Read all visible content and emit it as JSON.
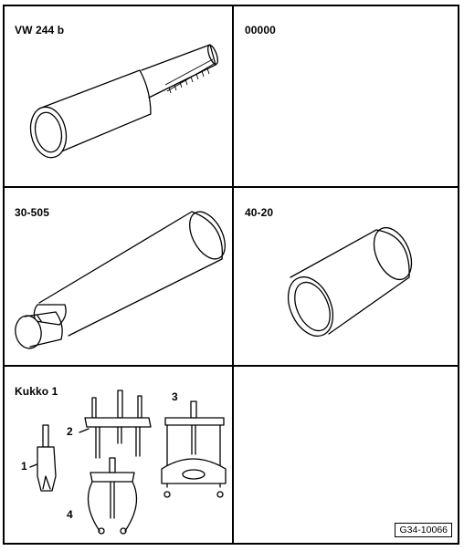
{
  "cells": [
    {
      "label": "VW 244 b"
    },
    {
      "label": "00000"
    },
    {
      "label": "30-505"
    },
    {
      "label": "40-20"
    },
    {
      "label": "Kukko 1"
    },
    {
      "label": ""
    }
  ],
  "callouts": [
    "1",
    "2",
    "3",
    "4"
  ],
  "figure_id": "G34-10066"
}
